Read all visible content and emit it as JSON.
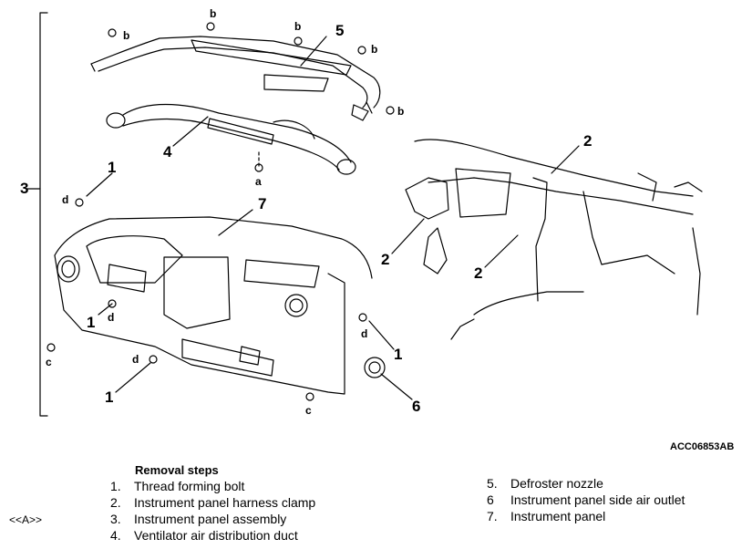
{
  "figure_id": "ACC06853AB",
  "callouts": {
    "c3": "3",
    "c5": "5",
    "c4": "4",
    "c1a": "1",
    "c7": "7",
    "c2a": "2",
    "c2b": "2",
    "c2c": "2",
    "c1b": "1",
    "c1c": "1",
    "c1d": "1",
    "c6": "6"
  },
  "letters": {
    "b1": "b",
    "b2": "b",
    "b3": "b",
    "b4": "b",
    "b5": "b",
    "a1": "a",
    "d1": "d",
    "d2": "d",
    "d3": "d",
    "d4": "d",
    "c1": "c",
    "c2": "c"
  },
  "removal": {
    "title": "Removal steps",
    "reference": "<<A>>",
    "steps": [
      {
        "num": "1.",
        "label": "Thread forming bolt"
      },
      {
        "num": "2.",
        "label": "Instrument panel harness clamp"
      },
      {
        "num": "3.",
        "label": "Instrument panel assembly"
      },
      {
        "num": "4.",
        "label": "Ventilator air distribution duct"
      },
      {
        "num": "5.",
        "label": "Defroster nozzle"
      },
      {
        "num": "6",
        "label": "Instrument panel side air outlet"
      },
      {
        "num": "7.",
        "label": "Instrument panel"
      }
    ]
  }
}
